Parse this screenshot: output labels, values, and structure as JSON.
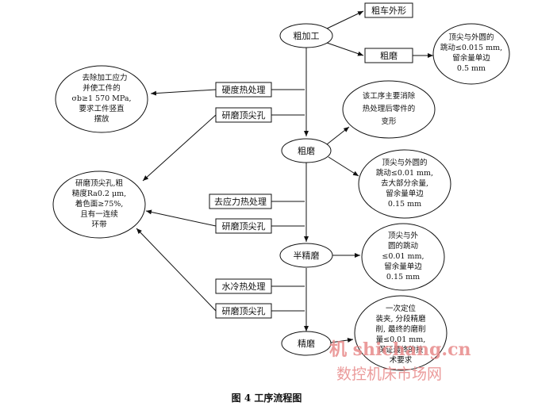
{
  "stages": [
    {
      "label": "粗加工"
    },
    {
      "label": "粗磨"
    },
    {
      "label": "半精磨"
    },
    {
      "label": "精磨"
    }
  ],
  "top_boxes": [
    "粗车外形",
    "粗磨"
  ],
  "side_boxes": [
    "硬度热处理",
    "研磨顶尖孔",
    "去应力热处理",
    "研磨顶尖孔",
    "水冷热处理",
    "研磨顶尖孔"
  ],
  "notes": {
    "roughgrind_note": [
      "顶尖与外圆的",
      "跳动≤0.015 mm,",
      "留余量单边",
      "0.5 mm"
    ],
    "stage2_remark": [
      "该工序主要消除",
      "热处理后零件的",
      "变形"
    ],
    "rough_note": [
      "顶尖与外圆的",
      "跳动≤0.01 mm,",
      "去大部分余量,",
      "留余量单边",
      "0.15 mm"
    ],
    "semi_note": [
      "顶尖与外",
      "圆的跳动",
      "≤0.01 mm,",
      "留余量单边",
      "0.15 mm"
    ],
    "fine_note": [
      "一次定位",
      "装夹, 分段精磨",
      "削, 最终的磨削",
      "量≤0.01 mm,",
      "保证最终的技",
      "术要求"
    ],
    "left_top": [
      "去除加工应力",
      "并使工件的",
      "σb≥1 570 MPa,",
      "要求工件竖直",
      "摆放"
    ],
    "left_bottom": [
      "研磨顶尖孔,粗",
      "糙度Ra0.2 μm,",
      "着色面≥75%,",
      "且有一连续",
      "环带"
    ]
  },
  "watermark": {
    "line1": "机 shichang.cn",
    "line2": "数控机床市场网",
    "color": "#e07070"
  },
  "caption": "图 4    工序流程图"
}
